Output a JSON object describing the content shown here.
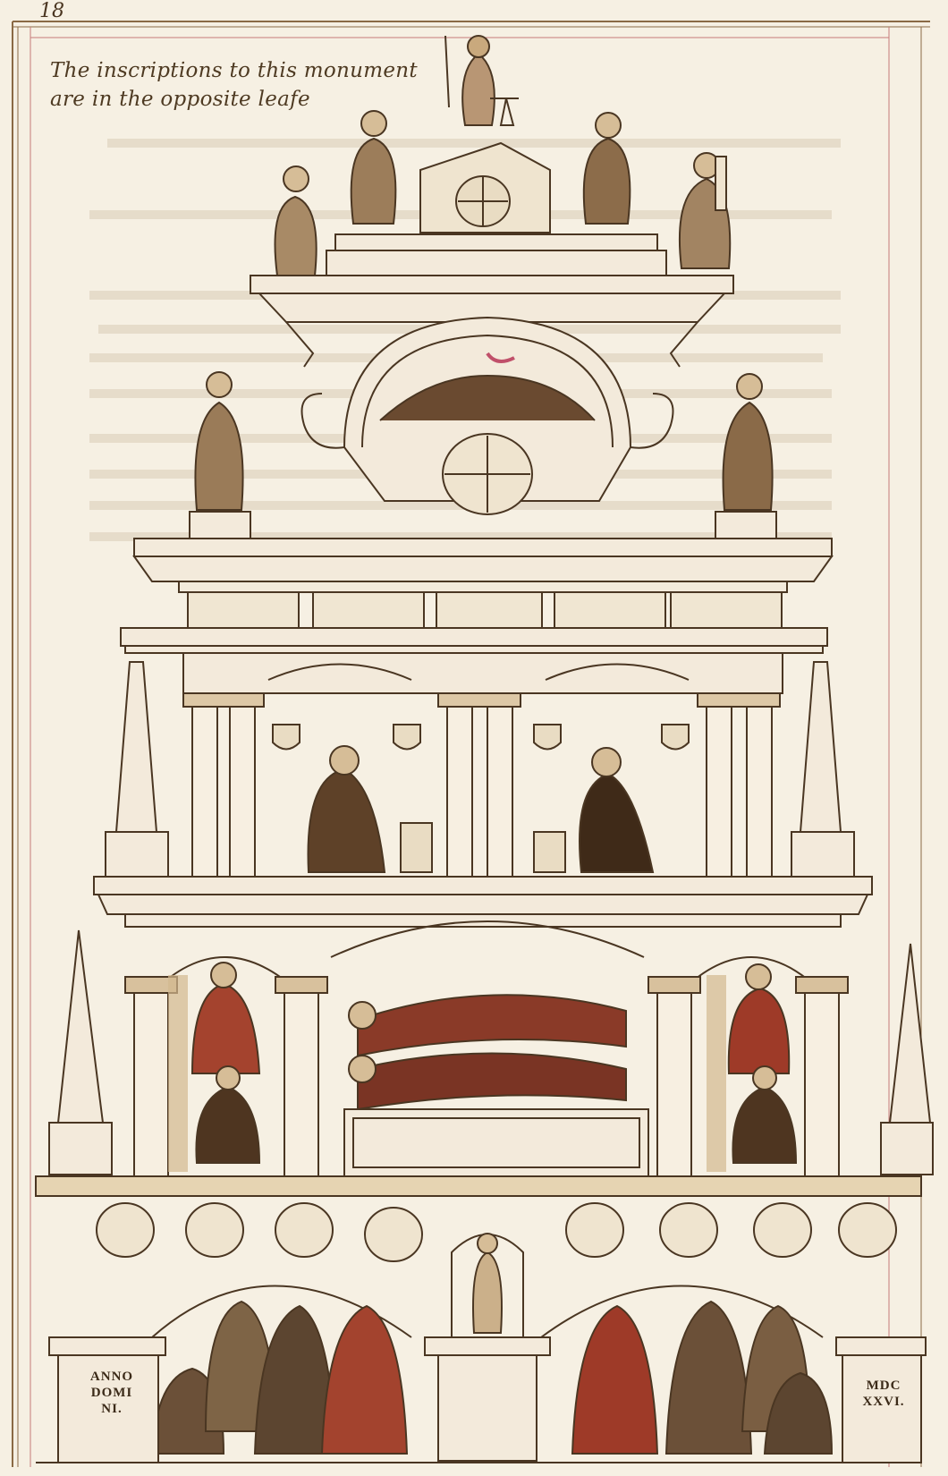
{
  "page_number": "18",
  "note": {
    "line1": "The inscriptions to this monument",
    "line2": "are in the opposite leafe"
  },
  "inscription_left": [
    "ANNO",
    "DOMI",
    "NI."
  ],
  "inscription_right": [
    "MDC",
    "XXVI."
  ],
  "colors": {
    "paper": "#f6f0e3",
    "ink": "#4a3622",
    "wash": "#c8a87a",
    "red": "#a33a2a",
    "pink": "#c98b94",
    "margin_rule": "#c77a7a"
  }
}
